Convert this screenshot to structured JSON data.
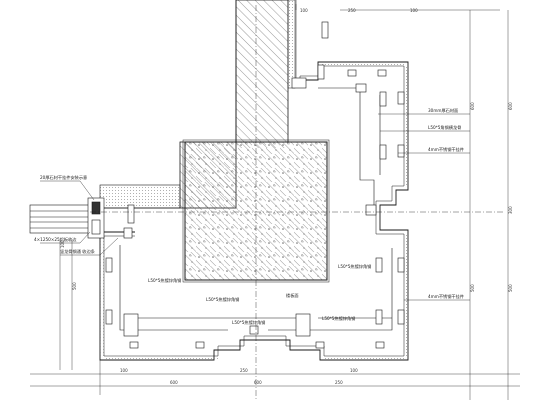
{
  "dimensions": {
    "top": [
      "100",
      "250",
      "100"
    ],
    "right": [
      "600",
      "300",
      "500"
    ],
    "left": [
      "100",
      "500"
    ],
    "bottom_row1": [
      "100",
      "250",
      "100"
    ],
    "bottom_row2": [
      "600",
      "600",
      "250"
    ]
  },
  "annotations": {
    "left_upper": "20厚石材干挂件安装示意",
    "left_mid": "4×1250×25铝板收边",
    "left_lower": "竖龙骨钢通  收边条",
    "right_1": "30mm厚石材面",
    "right_2": "L50*5角钢横龙骨",
    "right_3": "4mm不锈钢干挂件",
    "right_4": "4mm不锈钢干挂件",
    "inner_1": "L50*5热镀锌角钢",
    "inner_2": "L50*5热镀锌角钢",
    "inner_3": "L50*5热镀锌角钢",
    "inner_4": "L50*5热镀锌角钢",
    "inner_5": "L50*5热镀锌角钢",
    "floor": "楼板面"
  },
  "colors": {
    "line": "#1a1a1a",
    "hatch": "#555555",
    "fill": "#f5f5f5",
    "dot": "#8a8a8a"
  }
}
